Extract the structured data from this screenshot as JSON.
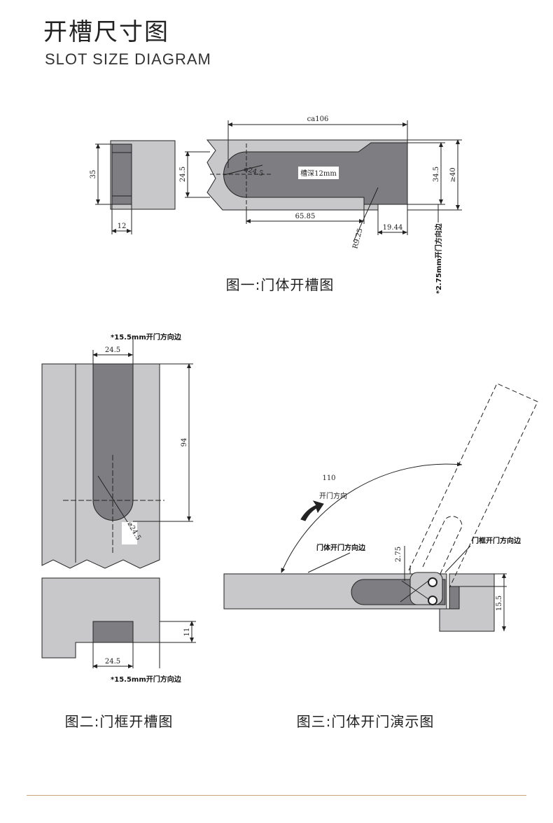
{
  "header": {
    "title": "开槽尺寸图",
    "subtitle": "SLOT SIZE DIAGRAM"
  },
  "colors": {
    "part_fill": "#c8c8ca",
    "slot_fill": "#7e7e82",
    "line": "#222222",
    "divider": "#c9a37a"
  },
  "fig1": {
    "caption": "图一:门体开槽图",
    "dims": {
      "total_length": "ca106",
      "height_35": "35",
      "width_12": "12",
      "height_24_5": "24.5",
      "diameter": "⌀24.5",
      "slot_depth": "槽深12mm",
      "length_65_85": "65.85",
      "radius": "R9.25",
      "length_19_44": "19.44",
      "height_34_5": "34.5",
      "min_40": "≥40",
      "note": "*2.75mm开门方向边"
    }
  },
  "fig2": {
    "caption": "图二:门框开槽图",
    "dims": {
      "note_top": "*15.5mm开门方向边",
      "width_top": "24.5",
      "height_94": "94",
      "diameter": "⌀24.5",
      "depth_11": "11",
      "width_bottom": "24.5",
      "note_bottom": "*15.5mm开门方向边"
    }
  },
  "fig3": {
    "caption": "图三:门体开门演示图",
    "dims": {
      "angle": "110",
      "direction": "开门方向",
      "door_edge": "门体开门方向边",
      "frame_edge": "门框开门方向边",
      "offset": "2.75",
      "height_15_5": "15.5"
    }
  }
}
